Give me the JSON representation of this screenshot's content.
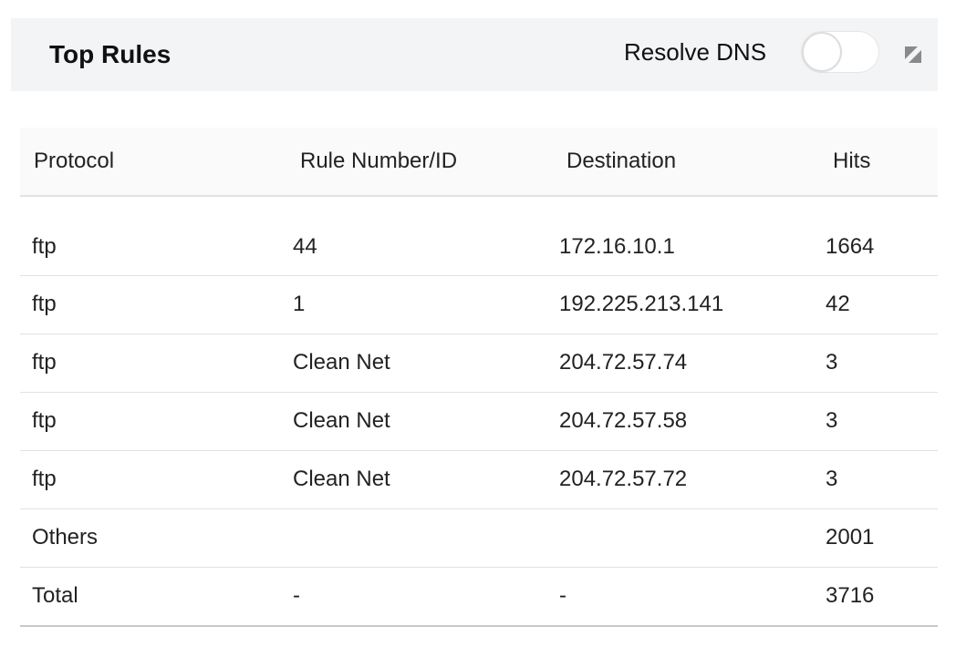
{
  "header": {
    "title": "Top Rules",
    "resolve_dns_label": "Resolve DNS",
    "resolve_dns_on": false
  },
  "table": {
    "columns": [
      "Protocol",
      "Rule Number/ID",
      "Destination",
      "Hits"
    ],
    "rows": [
      [
        "ftp",
        "44",
        "172.16.10.1",
        "1664"
      ],
      [
        "ftp",
        "1",
        "192.225.213.141",
        "42"
      ],
      [
        "ftp",
        "Clean Net",
        "204.72.57.74",
        "3"
      ],
      [
        "ftp",
        "Clean Net",
        "204.72.57.58",
        "3"
      ],
      [
        "ftp",
        "Clean Net",
        "204.72.57.72",
        "3"
      ],
      [
        "Others",
        "",
        "",
        "2001"
      ],
      [
        "Total",
        "-",
        "-",
        "3716"
      ]
    ]
  }
}
